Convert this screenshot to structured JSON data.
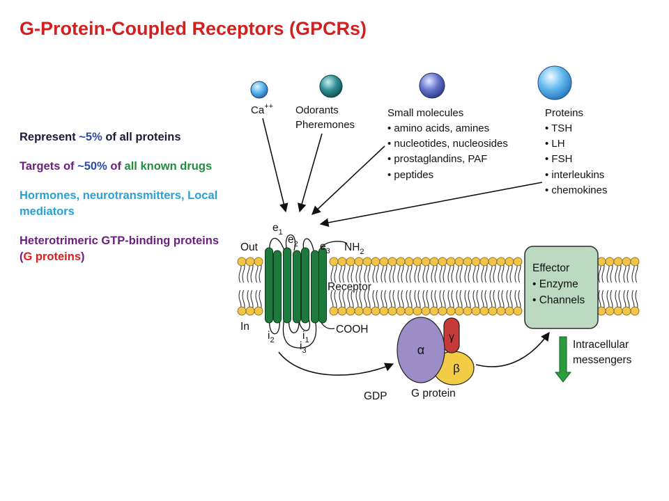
{
  "title": "G-Protein-Coupled Receptors (GPCRs)",
  "facts": {
    "f1_a": "Represent ",
    "f1_b": "~5%",
    "f1_c": " of all proteins",
    "f2_a": "Targets of ",
    "f2_b": "~50%",
    "f2_c": " of ",
    "f2_d": "all known drugs",
    "f3": "Hormones, neurotransmitters, Local mediators",
    "f4_a": "Heterotrimeric GTP-binding proteins (",
    "f4_b": "G proteins",
    "f4_c": ")"
  },
  "colors": {
    "title": "#d21f1f",
    "helix": "#1e7a3c",
    "effector_fill": "#bcd9c2",
    "alpha": "#9c8cc7",
    "beta": "#f2cc45",
    "gamma": "#c63a3a",
    "arrow_green": "#2a9d3a",
    "lipid_head": "#f1c44a"
  },
  "ligands": {
    "ca": {
      "label": "Ca",
      "superscript": "++"
    },
    "odorants": [
      "Odorants",
      "Pheremones"
    ],
    "small_molecules": {
      "header": "Small molecules",
      "items": [
        "• amino acids, amines",
        "• nucleotides, nucleosides",
        "• prostaglandins, PAF",
        "• peptides"
      ]
    },
    "proteins": {
      "header": "Proteins",
      "items": [
        "• TSH",
        "• LH",
        "• FSH",
        "• interleukins",
        "• chemokines"
      ]
    }
  },
  "membrane": {
    "out": "Out",
    "in": "In",
    "receptor": "Receptor",
    "nh2": "NH",
    "nh2_sub": "2",
    "cooh": "COOH",
    "loops": {
      "e1": [
        "e",
        "1"
      ],
      "e2": [
        "e",
        "2"
      ],
      "e3": [
        "e",
        "3"
      ],
      "i1": [
        "i",
        "1"
      ],
      "i2": [
        "i",
        "2"
      ],
      "i3": [
        "i",
        "3"
      ]
    }
  },
  "gprotein": {
    "alpha": "α",
    "beta": "β",
    "gamma": "γ",
    "gdp": "GDP",
    "label": "G protein"
  },
  "effector": {
    "title": "Effector",
    "items": [
      "• Enzyme",
      "• Channels"
    ]
  },
  "messengers": [
    "Intracellular",
    "messengers"
  ]
}
